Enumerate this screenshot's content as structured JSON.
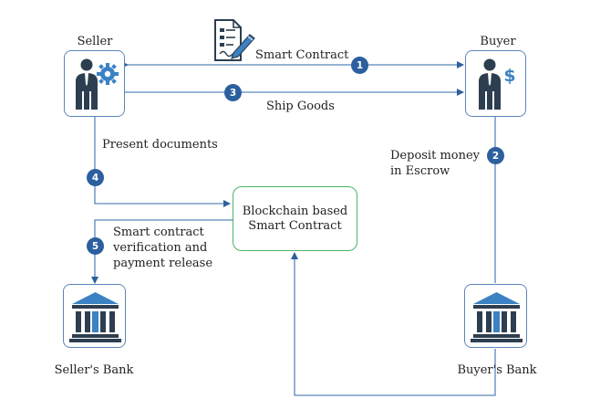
{
  "colors": {
    "arrow": "#5b86bb",
    "badge": "#2c5f9e",
    "blockchain_border": "#4cb26a",
    "icon_dark": "#2d3e50",
    "icon_blue": "#3b82c4"
  },
  "nodes": {
    "seller": {
      "title": "Seller",
      "icon": "businessman-gear-icon"
    },
    "buyer": {
      "title": "Buyer",
      "icon": "businessman-dollar-icon"
    },
    "blockchain": {
      "line1": "Blockchain based",
      "line2": "Smart Contract"
    },
    "seller_bank": {
      "title": "Seller's Bank",
      "icon": "bank-icon"
    },
    "buyer_bank": {
      "title": "Buyer's Bank",
      "icon": "bank-icon"
    }
  },
  "document_icon": "contract-document-icon",
  "steps": [
    {
      "number": "1",
      "label": "Smart Contract"
    },
    {
      "number": "2",
      "label_line1": "Deposit money",
      "label_line2": "in Escrow"
    },
    {
      "number": "3",
      "label": "Ship Goods"
    },
    {
      "number": "4",
      "label": "Present documents"
    },
    {
      "number": "5",
      "label_line1": "Smart contract",
      "label_line2": "verification and",
      "label_line3": "payment release"
    }
  ]
}
